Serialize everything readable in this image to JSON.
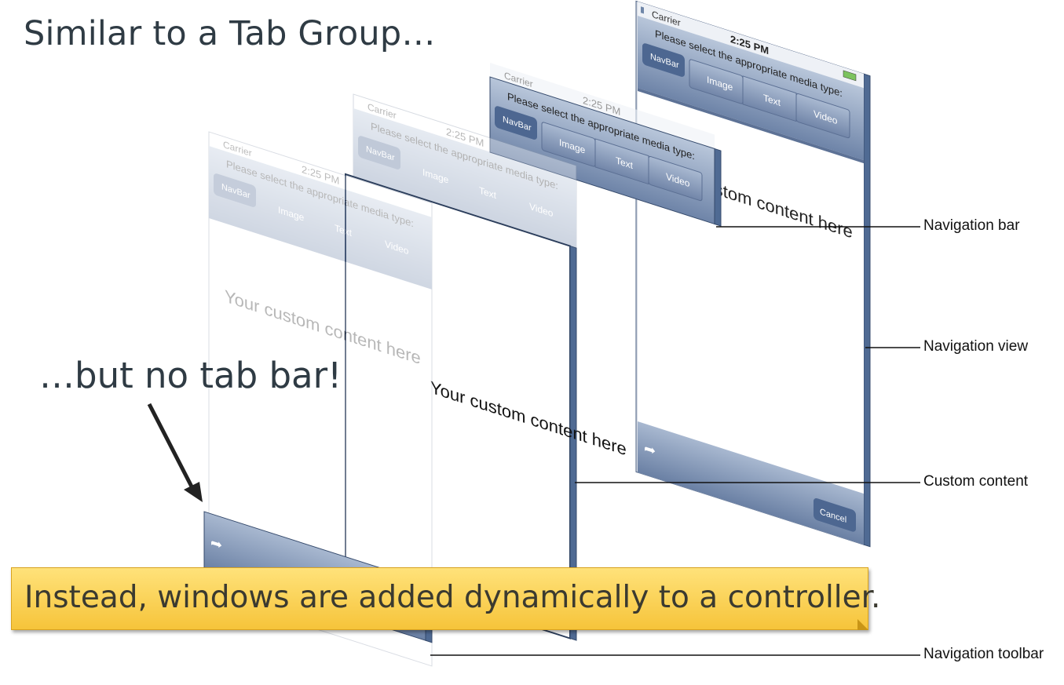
{
  "title": "Similar to a Tab Group…",
  "subtitle": "…but no tab bar!",
  "callout": "Instead, windows are added dynamically to a controller.",
  "labels": {
    "navigation_bar": "Navigation bar",
    "navigation_view": "Navigation view",
    "custom_content": "Custom content",
    "navigation_toolbar": "Navigation toolbar"
  },
  "screen": {
    "carrier": "Carrier",
    "time": "2:25 PM",
    "prompt": "Please select the appropriate media type:",
    "back_button": "NavBar",
    "segments": [
      "Image",
      "Text",
      "Video"
    ],
    "content": "Your custom content here",
    "cancel": "Cancel"
  },
  "colors": {
    "bar_blue": "#7f93b4",
    "edge_blue": "#3f5679",
    "callout_yellow": "#fbd24e"
  }
}
